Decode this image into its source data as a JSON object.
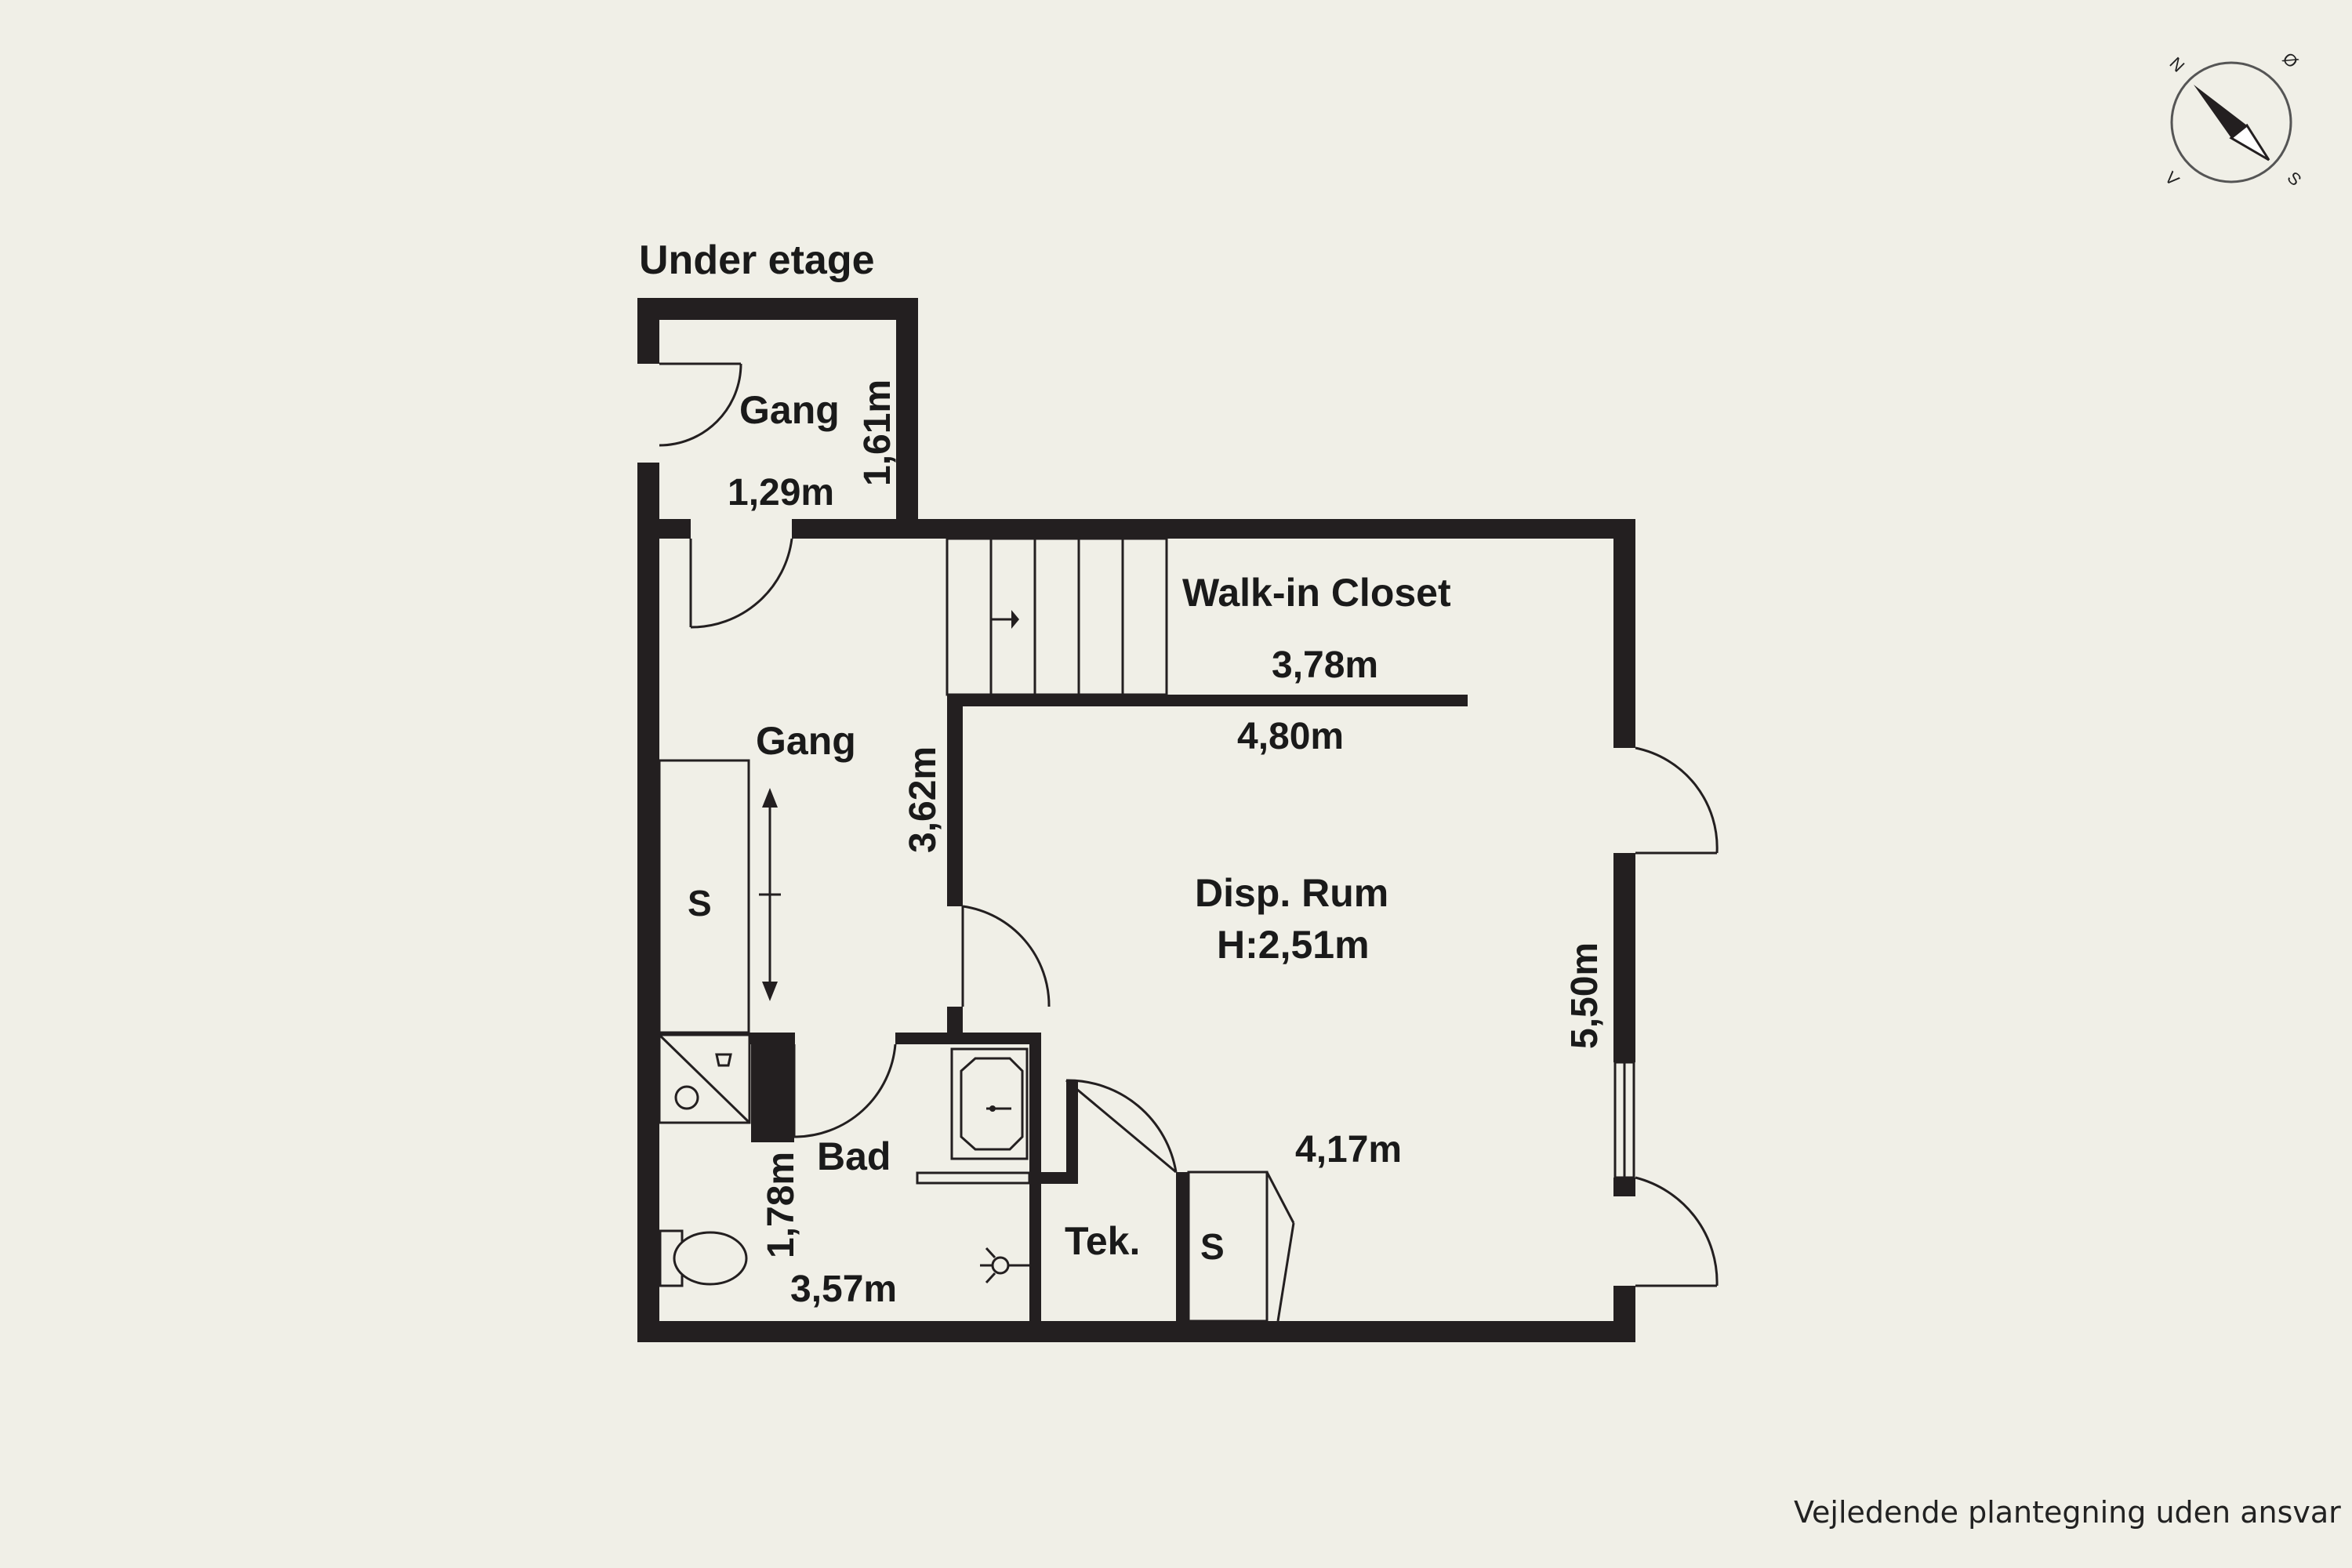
{
  "plan": {
    "title": "Under etage",
    "disclaimer": "Vejledende plantegning uden ansvar",
    "compass": {
      "n": "N",
      "e": "Ø",
      "s": "S",
      "w": "V"
    },
    "rooms": {
      "gang_entry": {
        "name": "Gang",
        "width": "1,29m",
        "depth": "1,61m"
      },
      "gang_hall": {
        "name": "Gang",
        "depth": "3,62m"
      },
      "walk_in_closet": {
        "name": "Walk-in Closet",
        "width": "3,78m"
      },
      "disp_rum": {
        "name": "Disp. Rum",
        "height": "H:2,51m",
        "width": "4,80m",
        "width_lower": "4,17m",
        "depth": "5,50m"
      },
      "bad": {
        "name": "Bad",
        "width": "3,57m",
        "depth": "1,78m"
      },
      "tek": {
        "name": "Tek."
      },
      "storage": {
        "label": "S"
      }
    }
  }
}
